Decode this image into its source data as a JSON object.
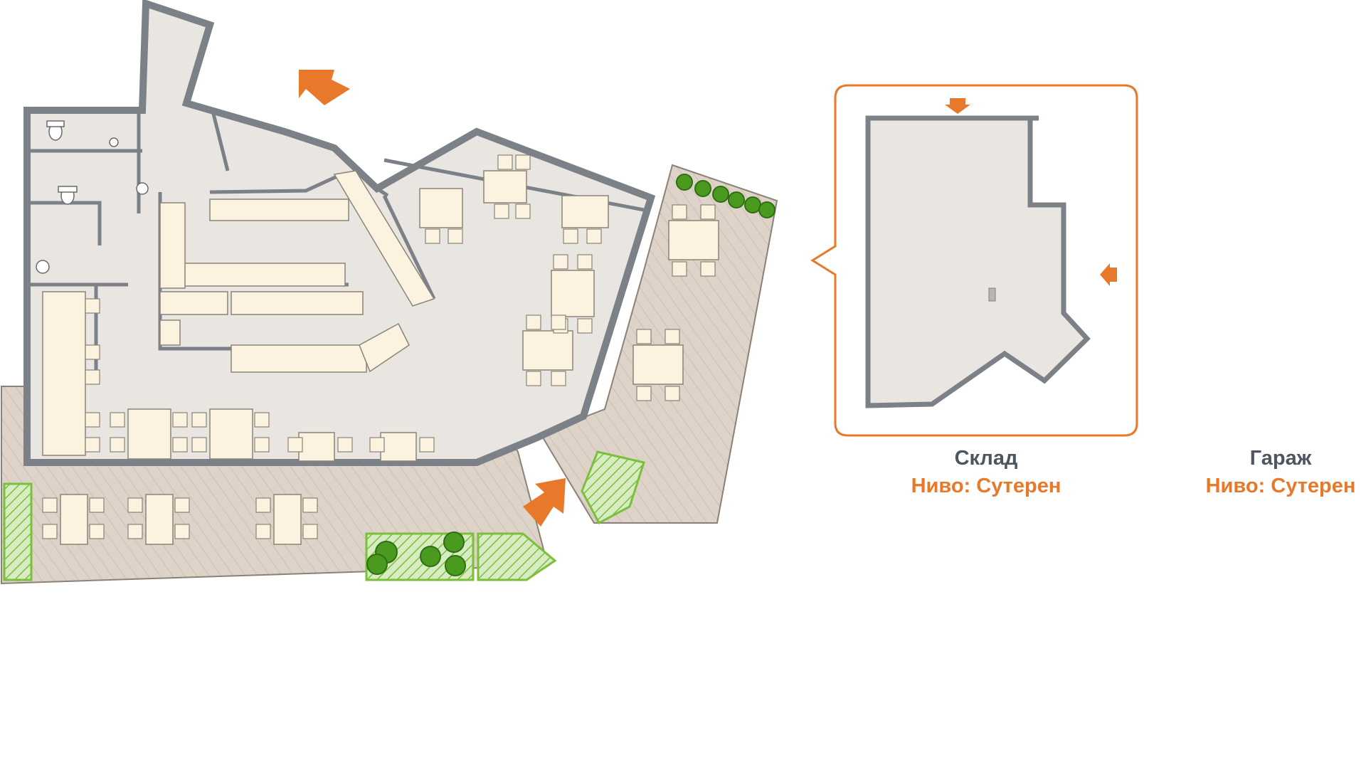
{
  "colors": {
    "accent": "#e8782a",
    "wall": "#7c8188",
    "floor": "#e9e6e1",
    "furniture": "#fbf3df",
    "terrace": "#ddd1c6",
    "planter": "#7bbf3a",
    "tree": "#4a9a1f",
    "caption_title": "#4d5560"
  },
  "plans": {
    "storage": {
      "title": "Склад",
      "level": "Ниво: Сутерен"
    },
    "garage": {
      "title": "Гараж",
      "level": "Ниво: Сутерен"
    }
  },
  "icons": [
    "entrance-arrow-icon",
    "car-icon",
    "tree-icon",
    "toilet-icon",
    "sink-icon",
    "stove-icon"
  ]
}
